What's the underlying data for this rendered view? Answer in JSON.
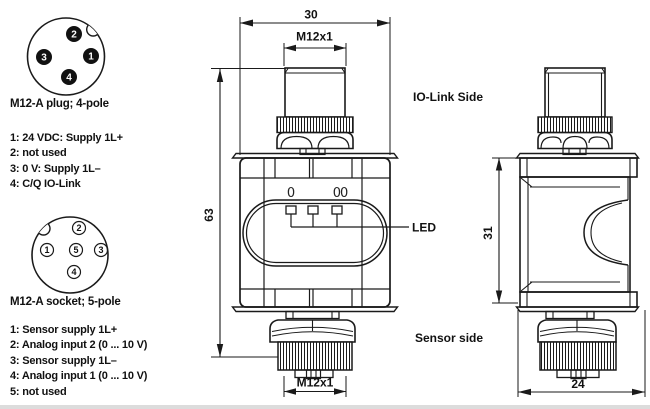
{
  "colors": {
    "line": "#1a1a1a",
    "background": "#ffffff",
    "bottom_strip": "#dcdcdc"
  },
  "plug": {
    "title": "M12-A plug; 4-pole",
    "pins": [
      "1",
      "2",
      "3",
      "4"
    ],
    "assignments": [
      "1: 24 VDC: Supply 1L+",
      "2: not used",
      "3: 0 V: Supply 1L–",
      "4: C/Q IO-Link"
    ]
  },
  "socket": {
    "title": "M12-A socket; 5-pole",
    "pins": [
      "1",
      "2",
      "3",
      "4",
      "5"
    ],
    "assignments": [
      "1: Sensor supply 1L+",
      "2: Analog input 2 (0 ... 10 V)",
      "3: Sensor supply 1L–",
      "4: Analog input 1 (0 ... 10 V)",
      "5: not used"
    ]
  },
  "front_view": {
    "width_dim": "30",
    "top_thread": "M12x1",
    "height_dim": "63",
    "bottom_thread": "M12x1",
    "marking_left": "0",
    "marking_right": "00",
    "led_label": "LED"
  },
  "side_view": {
    "io_link_label": "IO-Link Side",
    "sensor_label": "Sensor side",
    "height_dim": "31",
    "width_dim": "24"
  }
}
